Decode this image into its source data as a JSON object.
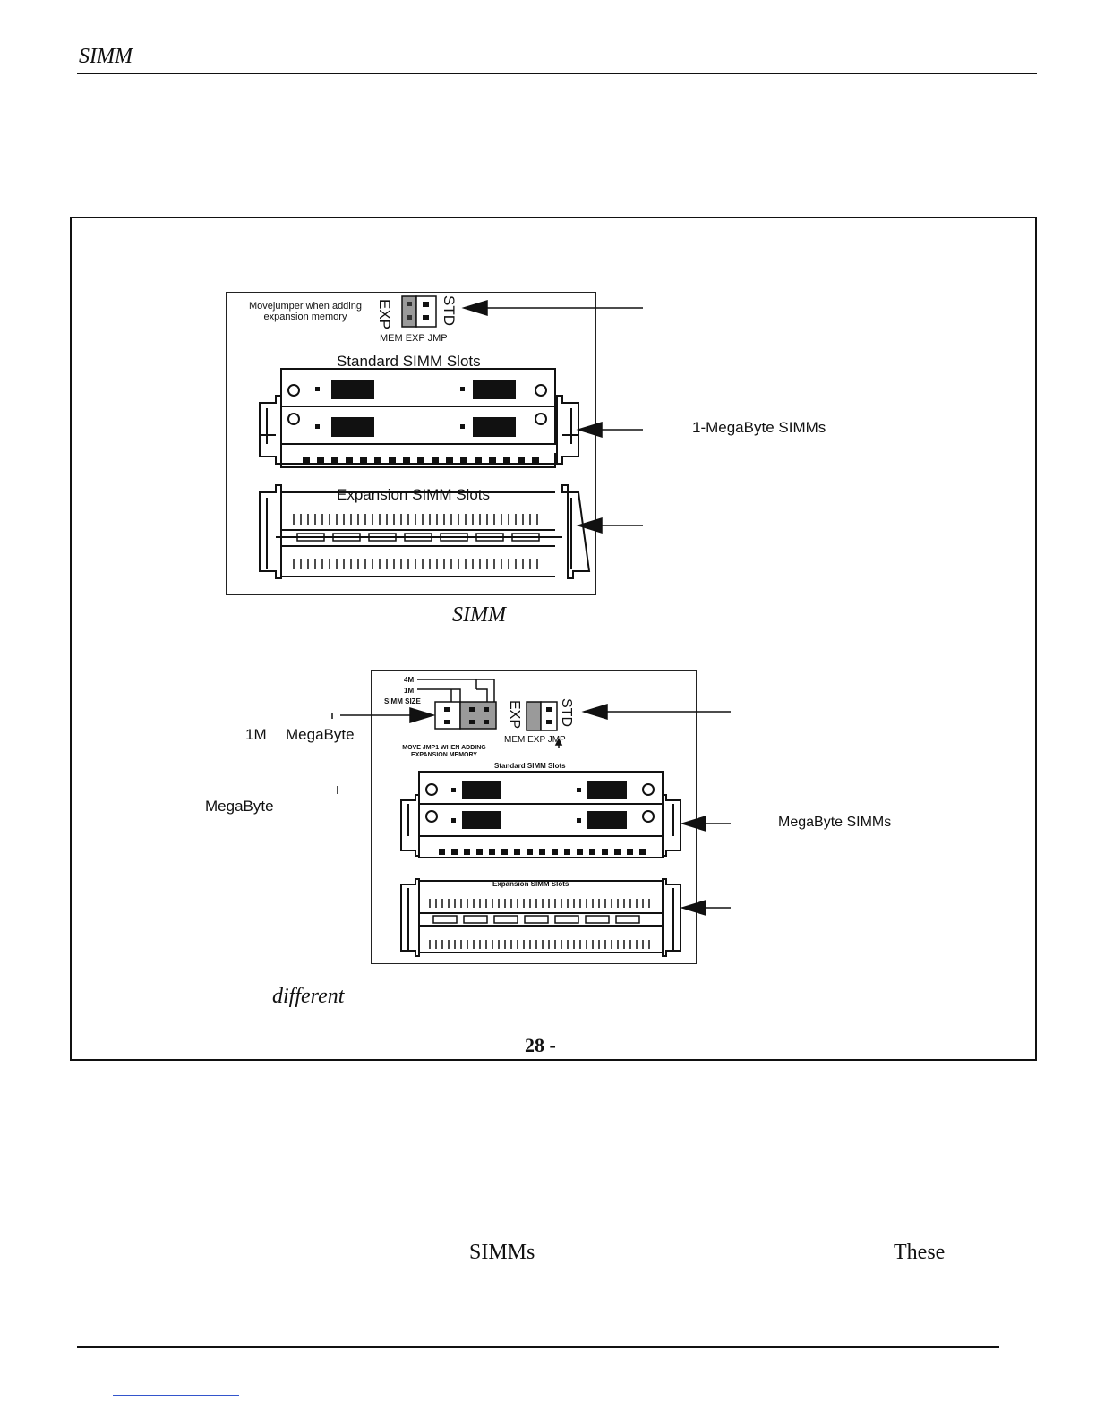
{
  "header": {
    "title": "SIMM"
  },
  "figure1": {
    "jumper_note": "Movejumper when adding expansion memory",
    "exp_label": "EXP",
    "std_label": "STD",
    "jumper_caption": "MEM EXP JMP",
    "standard_slots": "Standard SIMM Slots",
    "expansion_slots": "Expansion SIMM Slots",
    "simm_callout": "1-MegaByte SIMMs",
    "caption": "SIMM"
  },
  "figure2": {
    "size_4m": "4M",
    "size_1m": "1M",
    "simm_size": "SIMM SIZE",
    "exp_label": "EXP",
    "std_label": "STD",
    "jumper_caption": "MEM EXP JMP",
    "move_note": "MOVE JMP1 WHEN ADDING EXPANSION MEMORY",
    "standard_slots": "Standard SIMM Slots",
    "expansion_slots": "Expansion SIMM Slots",
    "left_label_1m": "1M",
    "left_label_megabyte": "MegaByte",
    "left_label_megabyte2": "MegaByte",
    "simm_callout": "MegaByte SIMMs",
    "caption": "different"
  },
  "page_number": "28 -",
  "body": {
    "word1": "SIMMs",
    "word2": "These"
  }
}
